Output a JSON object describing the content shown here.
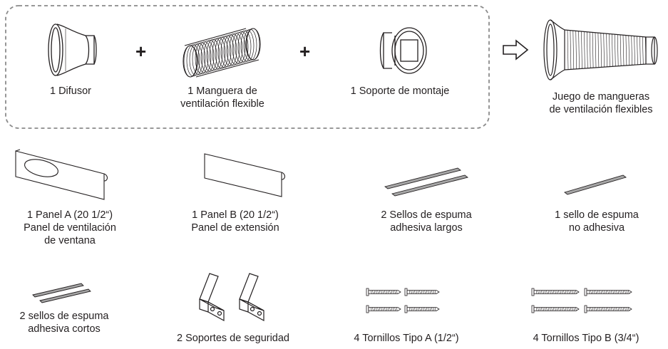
{
  "operators": {
    "plus": "+"
  },
  "kit": {
    "diffuser": "1 Difusor",
    "hose": "1 Manguera de\nventilación flexible",
    "bracket": "1 Soporte de montaje",
    "assembled": "Juego de mangueras\nde ventilación flexibles"
  },
  "parts": {
    "panel_a": "1 Panel A (20 1/2“)\nPanel de ventilación\nde ventana",
    "panel_b": "1 Panel B (20 1/2“)\nPanel de extensión",
    "foam_long": "2 Sellos de espuma\nadhesiva largos",
    "foam_nonadhesive": "1 sello de espuma\nno adhesiva",
    "foam_short": "2 sellos de espuma\nadhesiva cortos",
    "safety_brackets": "2 Soportes de seguridad",
    "screws_a": "4 Tornillos Tipo A (1/2“)",
    "screws_b": "4 Tornillos Tipo B (3/4“)"
  }
}
